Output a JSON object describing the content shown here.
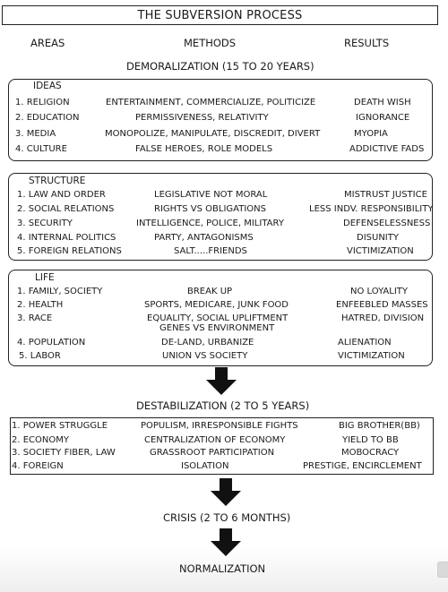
{
  "title": "THE SUBVERSION PROCESS",
  "columns": {
    "areas": "AREAS",
    "methods": "METHODS",
    "results": "RESULTS"
  },
  "demoralization": {
    "label": "DEMORALIZATION (15 TO 20 YEARS)",
    "ideas": {
      "heading": "IDEAS",
      "rows": [
        {
          "area": "1.  RELIGION",
          "method": "ENTERTAINMENT, COMMERCIALIZE, POLITICIZE",
          "result": "DEATH WISH"
        },
        {
          "area": "2. EDUCATION",
          "method": "PERMISSIVENESS, RELATIVITY",
          "result": "IGNORANCE"
        },
        {
          "area": "3. MEDIA",
          "method": "MONOPOLIZE, MANIPULATE, DISCREDIT, DIVERT",
          "result": "MYOPIA"
        },
        {
          "area": "4. CULTURE",
          "method": "FALSE HEROES, ROLE MODELS",
          "result": "ADDICTIVE FADS"
        }
      ]
    },
    "structure": {
      "heading": "STRUCTURE",
      "rows": [
        {
          "area": "1. LAW AND ORDER",
          "method": "LEGISLATIVE NOT MORAL",
          "result": "MISTRUST JUSTICE"
        },
        {
          "area": "2. SOCIAL RELATIONS",
          "method": "RIGHTS VS OBLIGATIONS",
          "result": "LESS INDV. RESPONSIBILITY"
        },
        {
          "area": "3. SECURITY",
          "method": "INTELLIGENCE, POLICE, MILITARY",
          "result": "DEFENSELESSNESS"
        },
        {
          "area": "4. INTERNAL POLITICS",
          "method": "PARTY, ANTAGONISMS",
          "result": "DISUNITY"
        },
        {
          "area": "5. FOREIGN RELATIONS",
          "method": "SALT.....FRIENDS",
          "result": "VICTIMIZATION"
        }
      ]
    },
    "life": {
      "heading": "LIFE",
      "rows": [
        {
          "area": "1. FAMILY, SOCIETY",
          "method": "BREAK UP",
          "result": "NO LOYALITY"
        },
        {
          "area": "2. HEALTH",
          "method": "SPORTS, MEDICARE, JUNK FOOD",
          "result": "ENFEEBLED MASSES"
        },
        {
          "area": "3. RACE",
          "method": "EQUALITY, SOCIAL UPLIFTMENT",
          "method2": "GENES VS ENVIRONMENT",
          "result": "HATRED, DIVISION"
        },
        {
          "area": "4. POPULATION",
          "method": "DE-LAND, URBANIZE",
          "result": "ALIENATION"
        },
        {
          "area": "5. LABOR",
          "method": "UNION VS SOCIETY",
          "result": "VICTIMIZATION"
        }
      ]
    }
  },
  "destabilization": {
    "label": "DESTABILIZATION (2 TO 5 YEARS)",
    "rows": [
      {
        "area": "1. POWER STRUGGLE",
        "method": "POPULISM, IRRESPONSIBLE FIGHTS",
        "result": "BIG BROTHER(BB)"
      },
      {
        "area": "2. ECONOMY",
        "method": "CENTRALIZATION OF ECONOMY",
        "result": "YIELD TO BB"
      },
      {
        "area": "3. SOCIETY FIBER, LAW",
        "method": "GRASSROOT PARTICIPATION",
        "result": "MOBOCRACY"
      },
      {
        "area": "4. FOREIGN",
        "method": "ISOLATION",
        "result": "PRESTIGE, ENCIRCLEMENT"
      }
    ]
  },
  "crisis": {
    "label": "CRISIS (2 TO 6 MONTHS)"
  },
  "normalization": {
    "label": "NORMALIZATION"
  },
  "icons": {
    "arrow": "down-arrow-icon"
  }
}
